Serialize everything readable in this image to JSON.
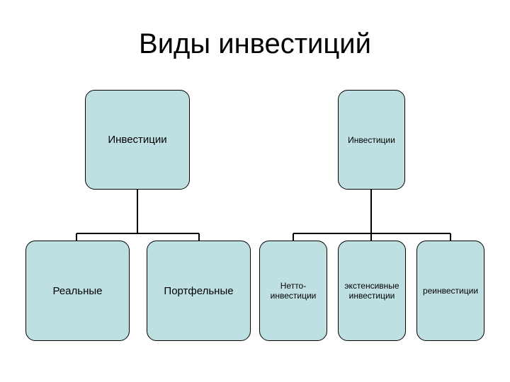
{
  "title": "Виды инвестиций",
  "colors": {
    "box_fill": "#bfe0e2",
    "stroke": "#000000"
  },
  "tree_left": {
    "root": "Инвестиции",
    "children": [
      "Реальные",
      "Портфельные"
    ]
  },
  "tree_right": {
    "root": "Инвестиции",
    "children": [
      "Нетто-\nинвестиции",
      "экстенсивные\nинвестиции",
      "реинвестиции"
    ]
  }
}
